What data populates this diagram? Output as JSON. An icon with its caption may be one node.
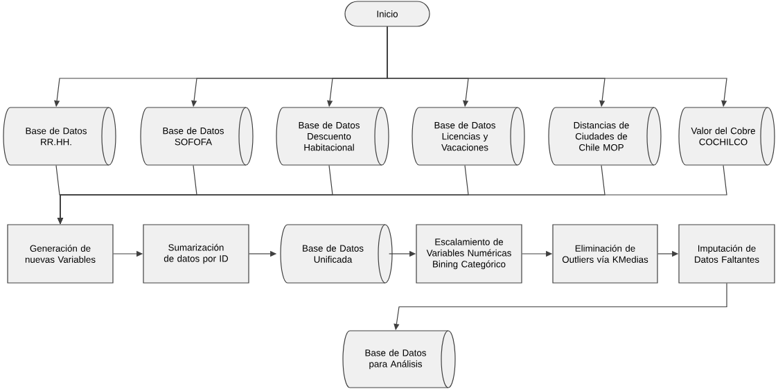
{
  "diagram": {
    "nodes": [
      {
        "text": [
          "Inicio"
        ]
      },
      {
        "text": [
          "Base de Datos RR.HH."
        ]
      },
      {
        "text": [
          "Base de Datos SOFOFA"
        ]
      },
      {
        "text": [
          "Base de Datos Descuento Habitacional"
        ]
      },
      {
        "text": [
          "Base de Datos Licencias y Vacaciones"
        ]
      },
      {
        "text": [
          "Distancias de Ciudades de Chile MOP"
        ]
      },
      {
        "text": [
          "Valor del Cobre COCHILCO"
        ]
      },
      {
        "text": [
          "Generación de nuevas Variables"
        ]
      },
      {
        "text": [
          "Sumarización de datos por ID"
        ]
      },
      {
        "text": [
          "Base de Datos Unificada"
        ]
      },
      {
        "text": [
          "Escalamiento de Variables Numéricas Bining Categórico"
        ]
      },
      {
        "text": [
          "Eliminación de Outliers vía KMedias"
        ]
      },
      {
        "text": [
          "Imputación de Datos Faltantes"
        ]
      },
      {
        "text": [
          "Base de Datos para Análisis"
        ]
      }
    ],
    "edges": [
      {
        "from": 0,
        "to": 1,
        "arrow": "to"
      },
      {
        "from": 0,
        "to": 2,
        "arrow": "to"
      },
      {
        "from": 0,
        "to": 3,
        "arrow": "to"
      },
      {
        "from": 0,
        "to": 4,
        "arrow": "to"
      },
      {
        "from": 0,
        "to": 5,
        "arrow": "to"
      },
      {
        "from": 0,
        "to": 6,
        "arrow": "to"
      },
      {
        "from": 1,
        "to": 7,
        "arrow": "to"
      },
      {
        "from": 2,
        "to": 7,
        "arrow": "to"
      },
      {
        "from": 3,
        "to": 7,
        "arrow": "to"
      },
      {
        "from": 4,
        "to": 7,
        "arrow": "to"
      },
      {
        "from": 5,
        "to": 7,
        "arrow": "to"
      },
      {
        "from": 6,
        "to": 7,
        "arrow": "to"
      },
      {
        "from": 7,
        "to": 8,
        "arrow": "to"
      },
      {
        "from": 8,
        "to": 9,
        "arrow": "to"
      },
      {
        "from": 9,
        "to": 10,
        "arrow": "to"
      },
      {
        "from": 10,
        "to": 11,
        "arrow": "to"
      },
      {
        "from": 11,
        "to": 12,
        "arrow": "to"
      },
      {
        "from": 12,
        "to": 13,
        "arrow": "to"
      }
    ]
  }
}
